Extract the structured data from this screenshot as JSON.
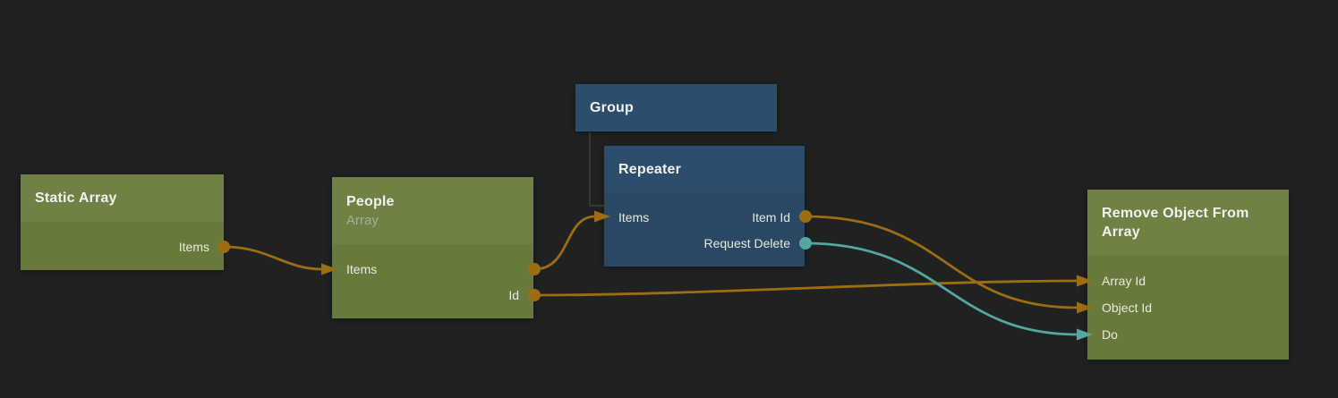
{
  "canvas": {
    "background": "#202121"
  },
  "colors": {
    "wire_orange": "#9d6d13",
    "wire_teal": "#53a7a0",
    "group_link": "#3e3e3e",
    "green_header": "#6f8144",
    "green_body": "#68793c",
    "blue_header": "#2d4d6d",
    "blue_body": "#2a4763",
    "title_text": "#f1f2ee",
    "port_text": "#e8eae1",
    "subtitle_text": "#a6ad96",
    "canvas_bg": "#202121"
  },
  "nodes": {
    "static_array": {
      "title": "Static Array",
      "rows": [
        {
          "right": "Items"
        }
      ]
    },
    "people": {
      "title": "People",
      "subtitle": "Array",
      "rows": [
        {
          "left": "Items"
        },
        {
          "right": "Id"
        }
      ]
    },
    "group": {
      "title": "Group"
    },
    "repeater": {
      "title": "Repeater",
      "rows": [
        {
          "left": "Items",
          "right": "Item Id"
        },
        {
          "right": "Request Delete"
        }
      ]
    },
    "remove_object": {
      "title": "Remove Object From Array",
      "rows": [
        {
          "left": "Array Id"
        },
        {
          "left": "Object Id"
        },
        {
          "left": "Do"
        }
      ]
    }
  },
  "connections": [
    {
      "from": "Static Array.Items",
      "to": "People.Items",
      "color": "orange"
    },
    {
      "from": "People.Items",
      "to": "Repeater.Items",
      "color": "orange"
    },
    {
      "from": "People.Id",
      "to": "Remove Object From Array.Array Id",
      "color": "orange"
    },
    {
      "from": "Repeater.Item Id",
      "to": "Remove Object From Array.Object Id",
      "color": "orange"
    },
    {
      "from": "Repeater.Request Delete",
      "to": "Remove Object From Array.Do",
      "color": "teal"
    },
    {
      "from": "Group",
      "to": "Repeater",
      "color": "gray",
      "type": "parent-child"
    }
  ]
}
